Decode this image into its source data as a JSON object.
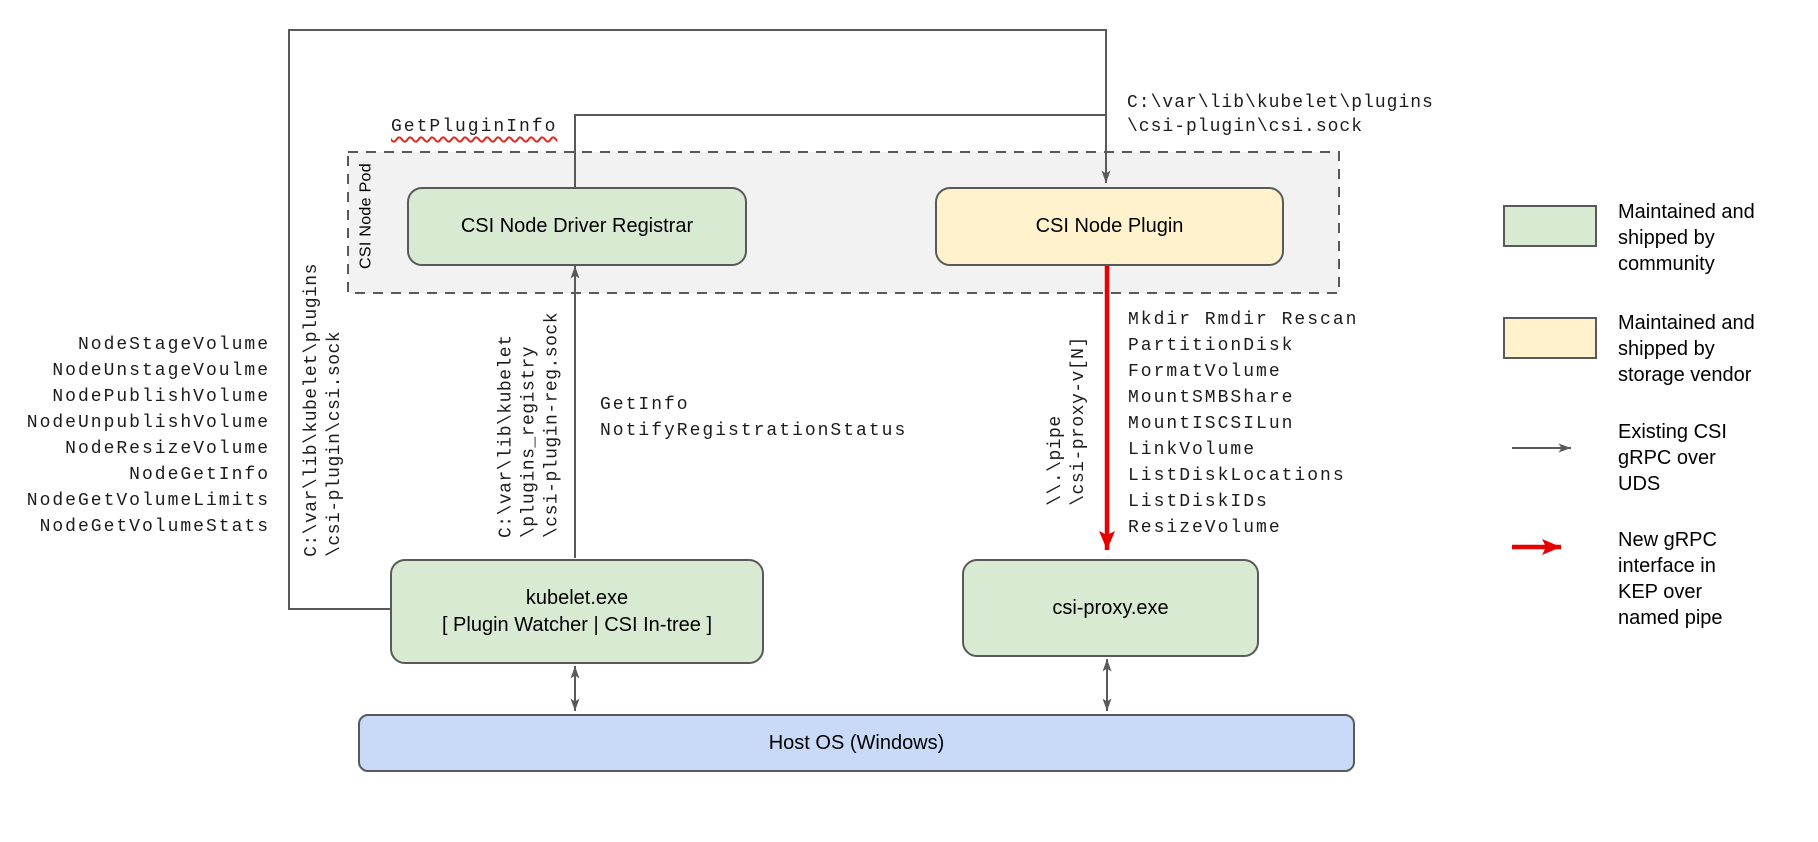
{
  "diagram": {
    "title_hint": "CSI on Windows architecture (kubelet / csi-proxy)",
    "pod_label": "CSI Node Pod",
    "boxes": {
      "registrar": "CSI Node Driver Registrar",
      "node_plugin": "CSI Node Plugin",
      "kubelet": {
        "line1": "kubelet.exe",
        "line2": "[ Plugin Watcher | CSI In-tree ]"
      },
      "csi_proxy": "csi-proxy.exe",
      "host_os": "Host OS (Windows)"
    },
    "labels": {
      "get_plugin_info": "GetPluginInfo",
      "csi_sock_path_lines": [
        "C:\\var\\lib\\kubelet\\plugins",
        "\\csi-plugin\\csi.sock"
      ],
      "csi_sock_path_vertical_lines": [
        "C:\\var\\lib\\kubelet\\plugins",
        "\\csi-plugin\\csi.sock"
      ],
      "registry_sock_vertical_lines": [
        "C:\\var\\lib\\kubelet",
        "\\plugins_registry",
        "\\csi-plugin-reg.sock"
      ],
      "pipe_vertical_lines": [
        "\\\\.\\pipe",
        "\\csi-proxy-v[N]"
      ],
      "registration_calls": [
        "GetInfo",
        "NotifyRegistrationStatus"
      ],
      "node_calls": [
        "NodeStageVolume",
        "NodeUnstageVoulme",
        "NodePublishVolume",
        "NodeUnpublishVolume",
        "NodeResizeVolume",
        "NodeGetInfo",
        "NodeGetVolumeLimits",
        "NodeGetVolumeStats"
      ],
      "proxy_calls": [
        "Mkdir Rmdir Rescan",
        "PartitionDisk",
        "FormatVolume",
        "MountSMBShare",
        "MountISCSILun",
        "LinkVolume",
        "ListDiskLocations",
        "ListDiskIDs",
        "ResizeVolume"
      ]
    },
    "legend": {
      "community": {
        "lines": [
          "Maintained and",
          "shipped by",
          "community"
        ]
      },
      "vendor": {
        "lines": [
          "Maintained and",
          "shipped by",
          "storage vendor"
        ]
      },
      "existing_grpc": {
        "lines": [
          "Existing CSI",
          "gRPC over",
          "UDS"
        ]
      },
      "new_grpc": {
        "lines": [
          "New gRPC",
          "interface in",
          "KEP over",
          "named pipe"
        ]
      }
    },
    "colors": {
      "community_green": "#d9ead3",
      "vendor_yellow": "#fff2cc",
      "host_blue": "#c9daf8",
      "pod_gray": "#f2f2f2",
      "line_gray": "#595959",
      "arrow_red": "#e60000",
      "squiggle_red": "#d93025"
    }
  }
}
